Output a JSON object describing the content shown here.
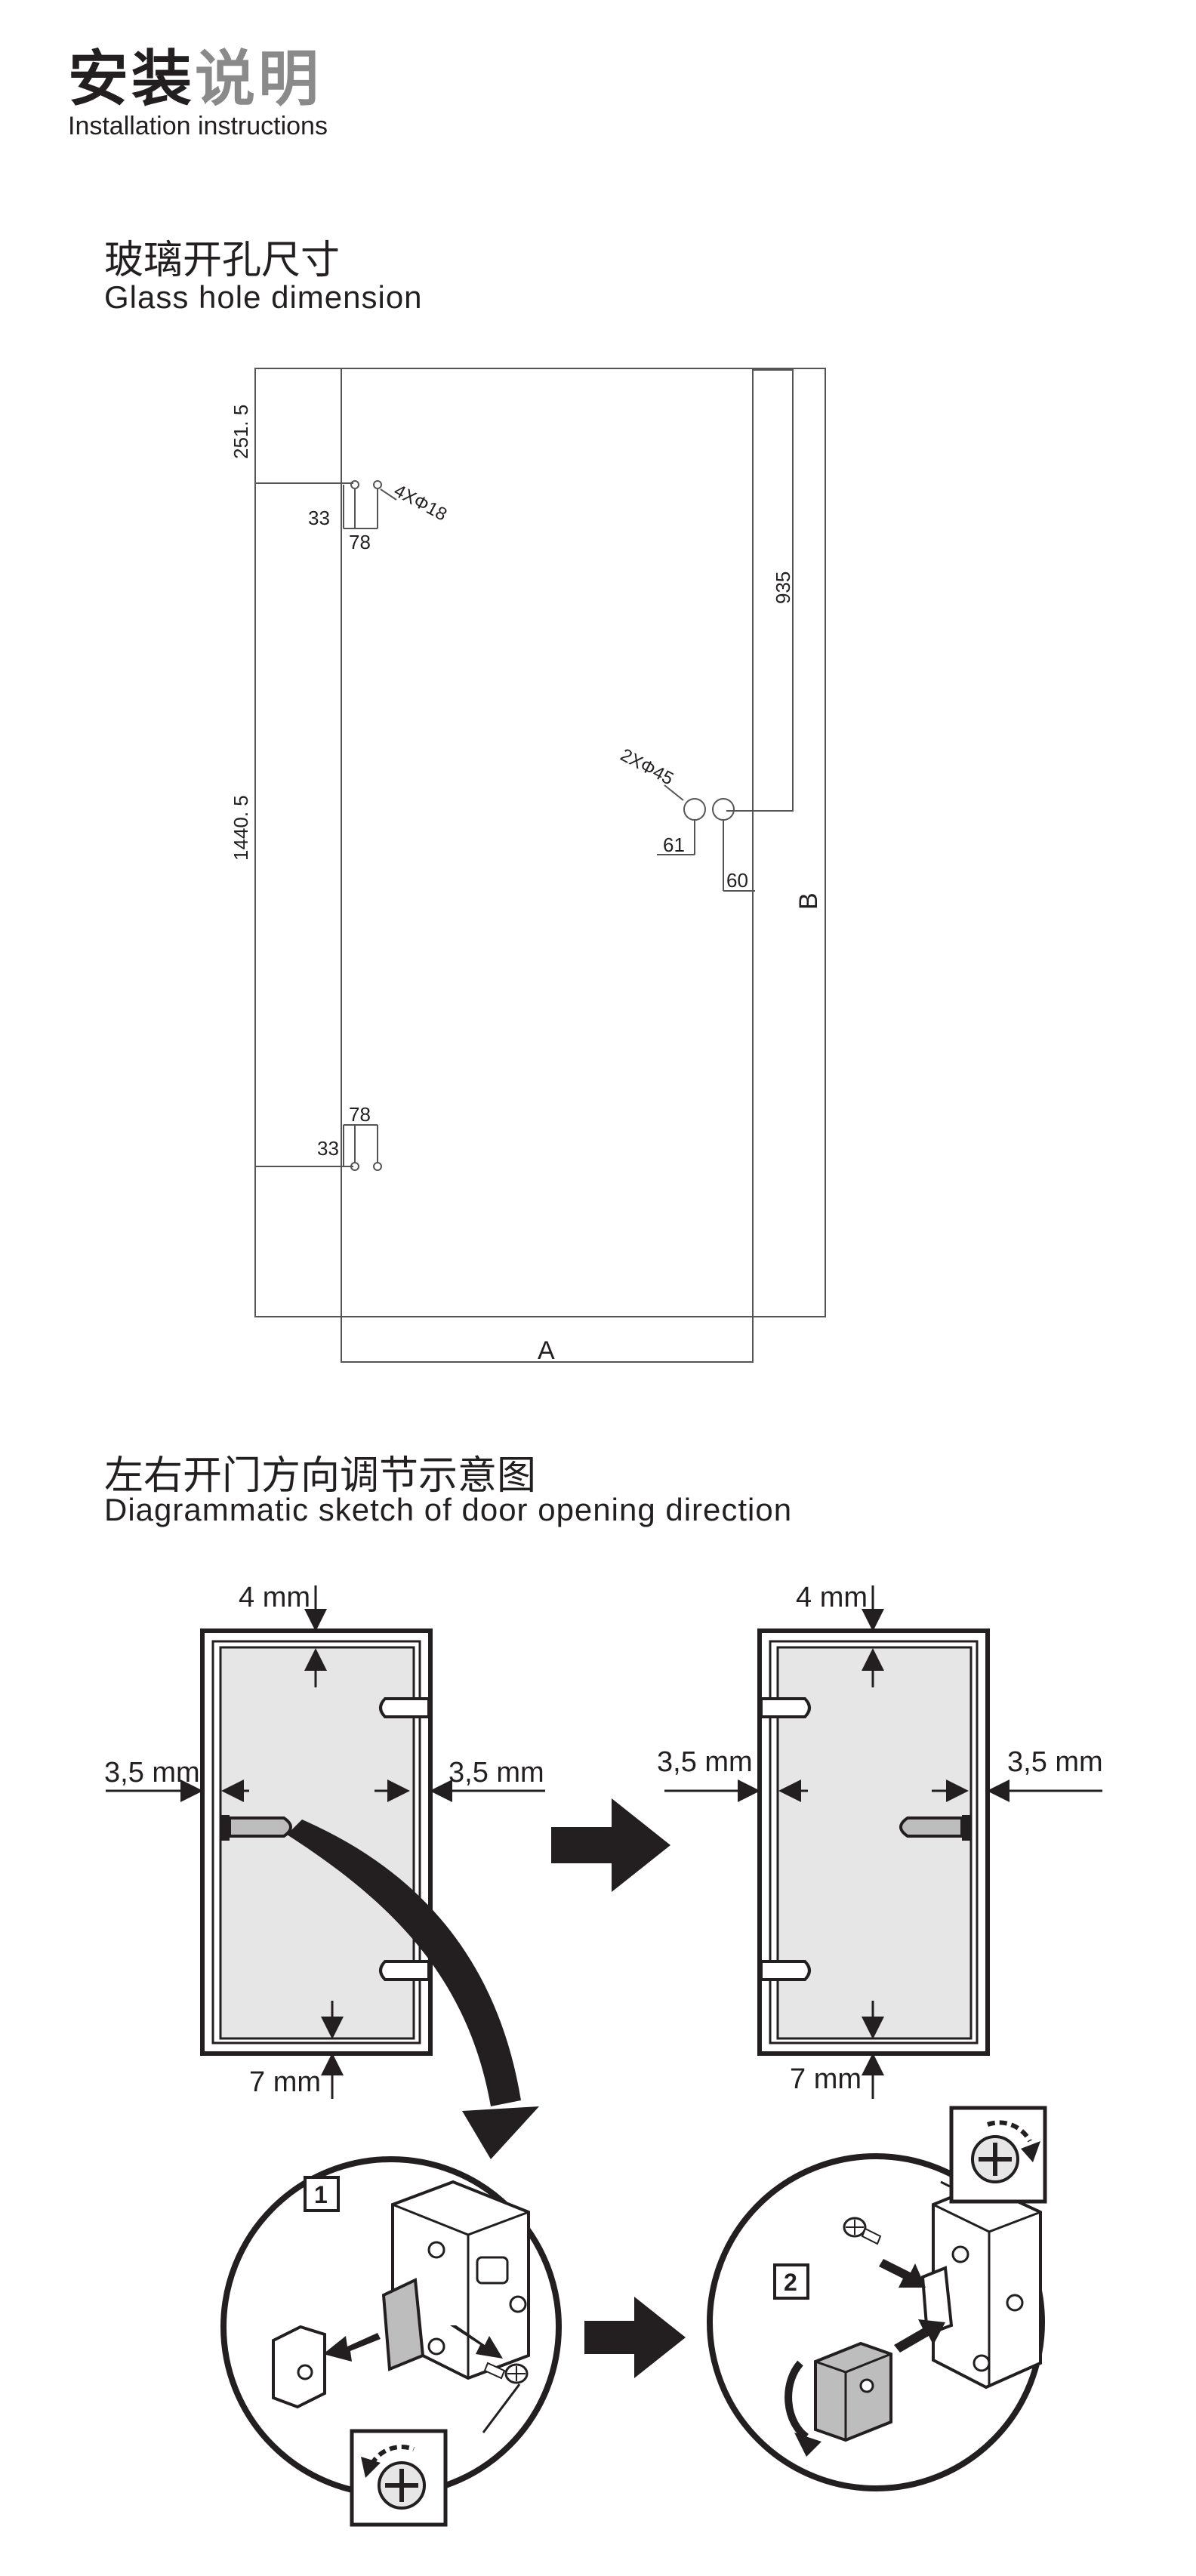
{
  "header": {
    "title_cn_dark": "安装",
    "title_cn_grey": "说明",
    "title_en": "Installation instructions"
  },
  "section1": {
    "title_cn": "玻璃开孔尺寸",
    "title_en": "Glass hole dimension",
    "dims": {
      "top_offset": "251. 5",
      "hole_x1": "33",
      "hole_x2": "78",
      "small_holes": "4XΦ18",
      "right_vertical": "935",
      "large_holes": "2XΦ45",
      "large_x1": "61",
      "large_x2": "60",
      "left_vertical": "1440. 5",
      "bottom_x1": "33",
      "bottom_x2": "78",
      "width_label": "A",
      "height_label": "B"
    }
  },
  "section2": {
    "title_cn": "左右开门方向调节示意图",
    "title_en": "Diagrammatic sketch of door opening direction",
    "left_door": {
      "top_gap": "4 mm",
      "left_gap": "3,5 mm",
      "right_gap": "3,5 mm",
      "bottom_gap": "7 mm"
    },
    "right_door": {
      "top_gap": "4 mm",
      "left_gap": "3,5 mm",
      "right_gap": "3,5 mm",
      "bottom_gap": "7 mm"
    },
    "steps": {
      "step1": "1",
      "step2": "2"
    }
  },
  "colors": {
    "line": "#231f20",
    "thin_line": "#4d4d4d",
    "glass": "#e6e6e6",
    "arrow": "#231f20",
    "title_grey": "#8a8a8a"
  }
}
